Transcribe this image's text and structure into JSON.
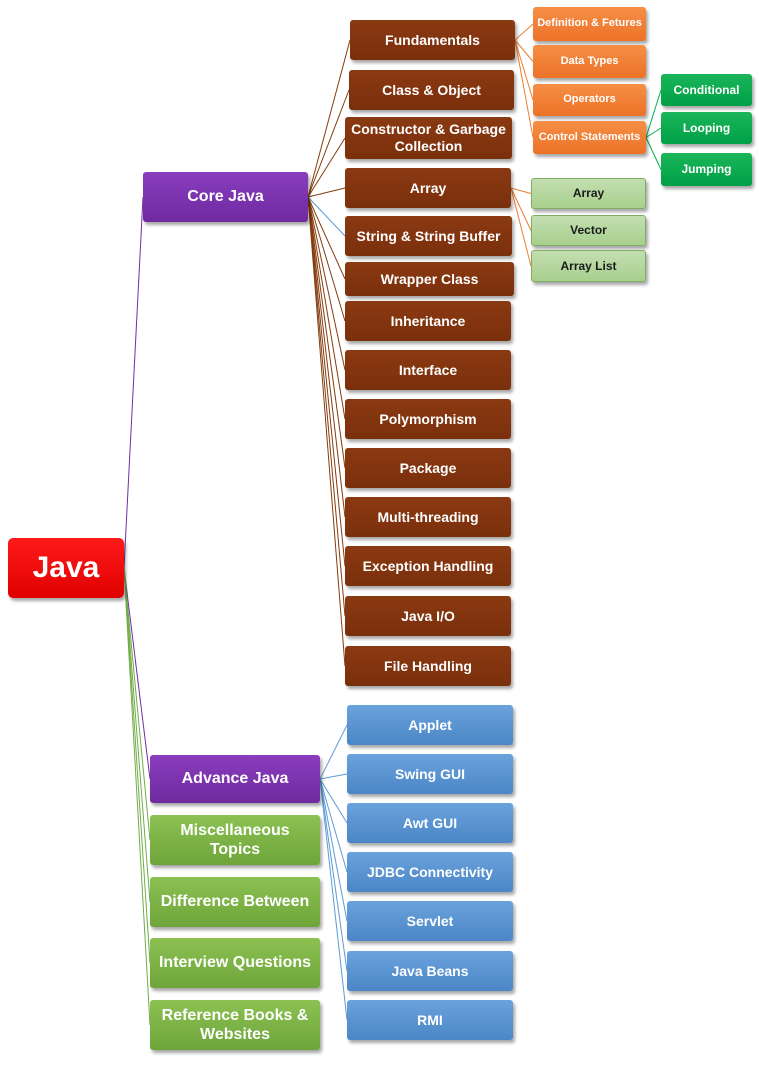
{
  "colors": {
    "root": "#ff0000",
    "level1_purple": "#7030a0",
    "level1_green": "#70ad47",
    "core_topic": "#843c0c",
    "advance_topic": "#5b9bd5",
    "fundamentals_topic": "#ed7d31",
    "array_topic": "#a9d18e",
    "control_topic": "#00b050"
  },
  "mindmap": {
    "root": {
      "label": "Java"
    },
    "core_java": {
      "label": "Core Java",
      "topics": [
        "Fundamentals",
        "Class & Object",
        "Constructor & Garbage Collection",
        "Array",
        "String & String Buffer",
        "Wrapper Class",
        "Inheritance",
        "Interface",
        "Polymorphism",
        "Package",
        "Multi-threading",
        "Exception Handling",
        "Java I/O",
        "File Handling"
      ],
      "fundamentals": [
        "Definition & Fetures",
        "Data Types",
        "Operators",
        "Control Statements"
      ],
      "control_statements": [
        "Conditional",
        "Looping",
        "Jumping"
      ],
      "array_types": [
        "Array",
        "Vector",
        "Array List"
      ]
    },
    "advance_java": {
      "label": "Advance Java",
      "topics": [
        "Applet",
        "Swing GUI",
        "Awt GUI",
        "JDBC Connectivity",
        "Servlet",
        "Java Beans",
        "RMI"
      ]
    },
    "other_branches": [
      "Miscellaneous Topics",
      "Difference Between",
      "Interview Questions",
      "Reference Books & Websites"
    ]
  }
}
